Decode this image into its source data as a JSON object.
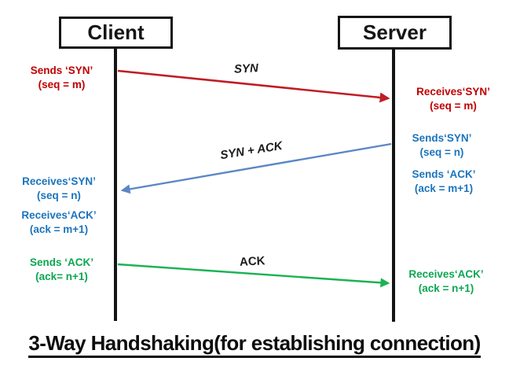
{
  "title": "3-Way Handshaking(for establishing connection)",
  "actors": {
    "client": "Client",
    "server": "Server"
  },
  "arrows": [
    {
      "id": "syn",
      "label": "SYN",
      "from": "Client",
      "to": "Server",
      "color": "#c01d24"
    },
    {
      "id": "syn-ack",
      "label": "SYN + ACK",
      "from": "Server",
      "to": "Client",
      "color": "#5b87c5"
    },
    {
      "id": "ack",
      "label": "ACK",
      "from": "Client",
      "to": "Server",
      "color": "#1cb254"
    }
  ],
  "events": {
    "client": [
      {
        "line1": "Sends ‘SYN’",
        "line2": "(seq = m)",
        "color": "#c00000"
      },
      {
        "line1": "Receives‘SYN’",
        "line2": "(seq = n)",
        "color": "#1b74bd"
      },
      {
        "line1": "Receives‘ACK’",
        "line2": "(ack = m+1)",
        "color": "#1b74bd"
      },
      {
        "line1": "Sends ‘ACK’",
        "line2": "(ack= n+1)",
        "color": "#0ca652"
      }
    ],
    "server": [
      {
        "line1": "Receives‘SYN’",
        "line2": "(seq = m)",
        "color": "#c00000"
      },
      {
        "line1": "Sends‘SYN’",
        "line2": "(seq = n)",
        "color": "#1b74bd"
      },
      {
        "line1": "Sends ‘ACK’",
        "line2": "(ack = m+1)",
        "color": "#1b74bd"
      },
      {
        "line1": "Receives‘ACK’",
        "line2": "(ack = n+1)",
        "color": "#0ca652"
      }
    ]
  }
}
